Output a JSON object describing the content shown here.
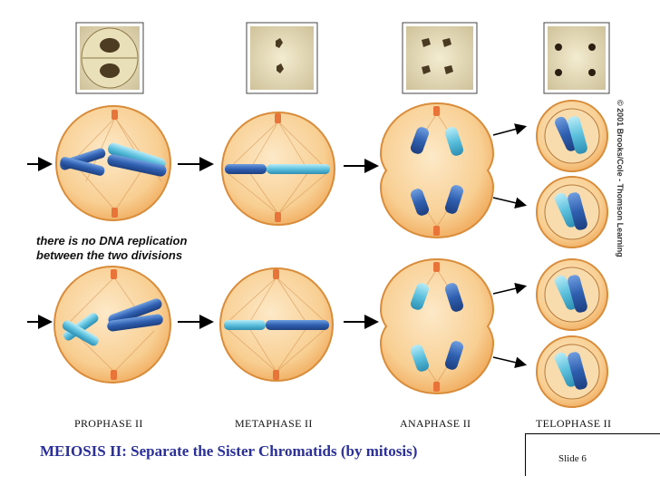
{
  "note": {
    "line1": "there is no DNA replication",
    "line2": "between the two divisions"
  },
  "stages": [
    {
      "label": "PROPHASE II"
    },
    {
      "label": "METAPHASE II"
    },
    {
      "label": "ANAPHASE II"
    },
    {
      "label": "TELOPHASE II"
    }
  ],
  "title": "MEIOSIS II:  Separate the Sister Chromatids (by mitosis)",
  "slide": "Slide 6",
  "copyright": "© 2001 Brooks/Cole - Thomson Learning",
  "colors": {
    "cell_fill": "#f6c27e",
    "cell_edge": "#d98c3a",
    "chromosome_dark": "#2f5fb0",
    "chromosome_light": "#5cc0dd",
    "centrosome": "#e8743a",
    "title": "#2a2f9a"
  }
}
